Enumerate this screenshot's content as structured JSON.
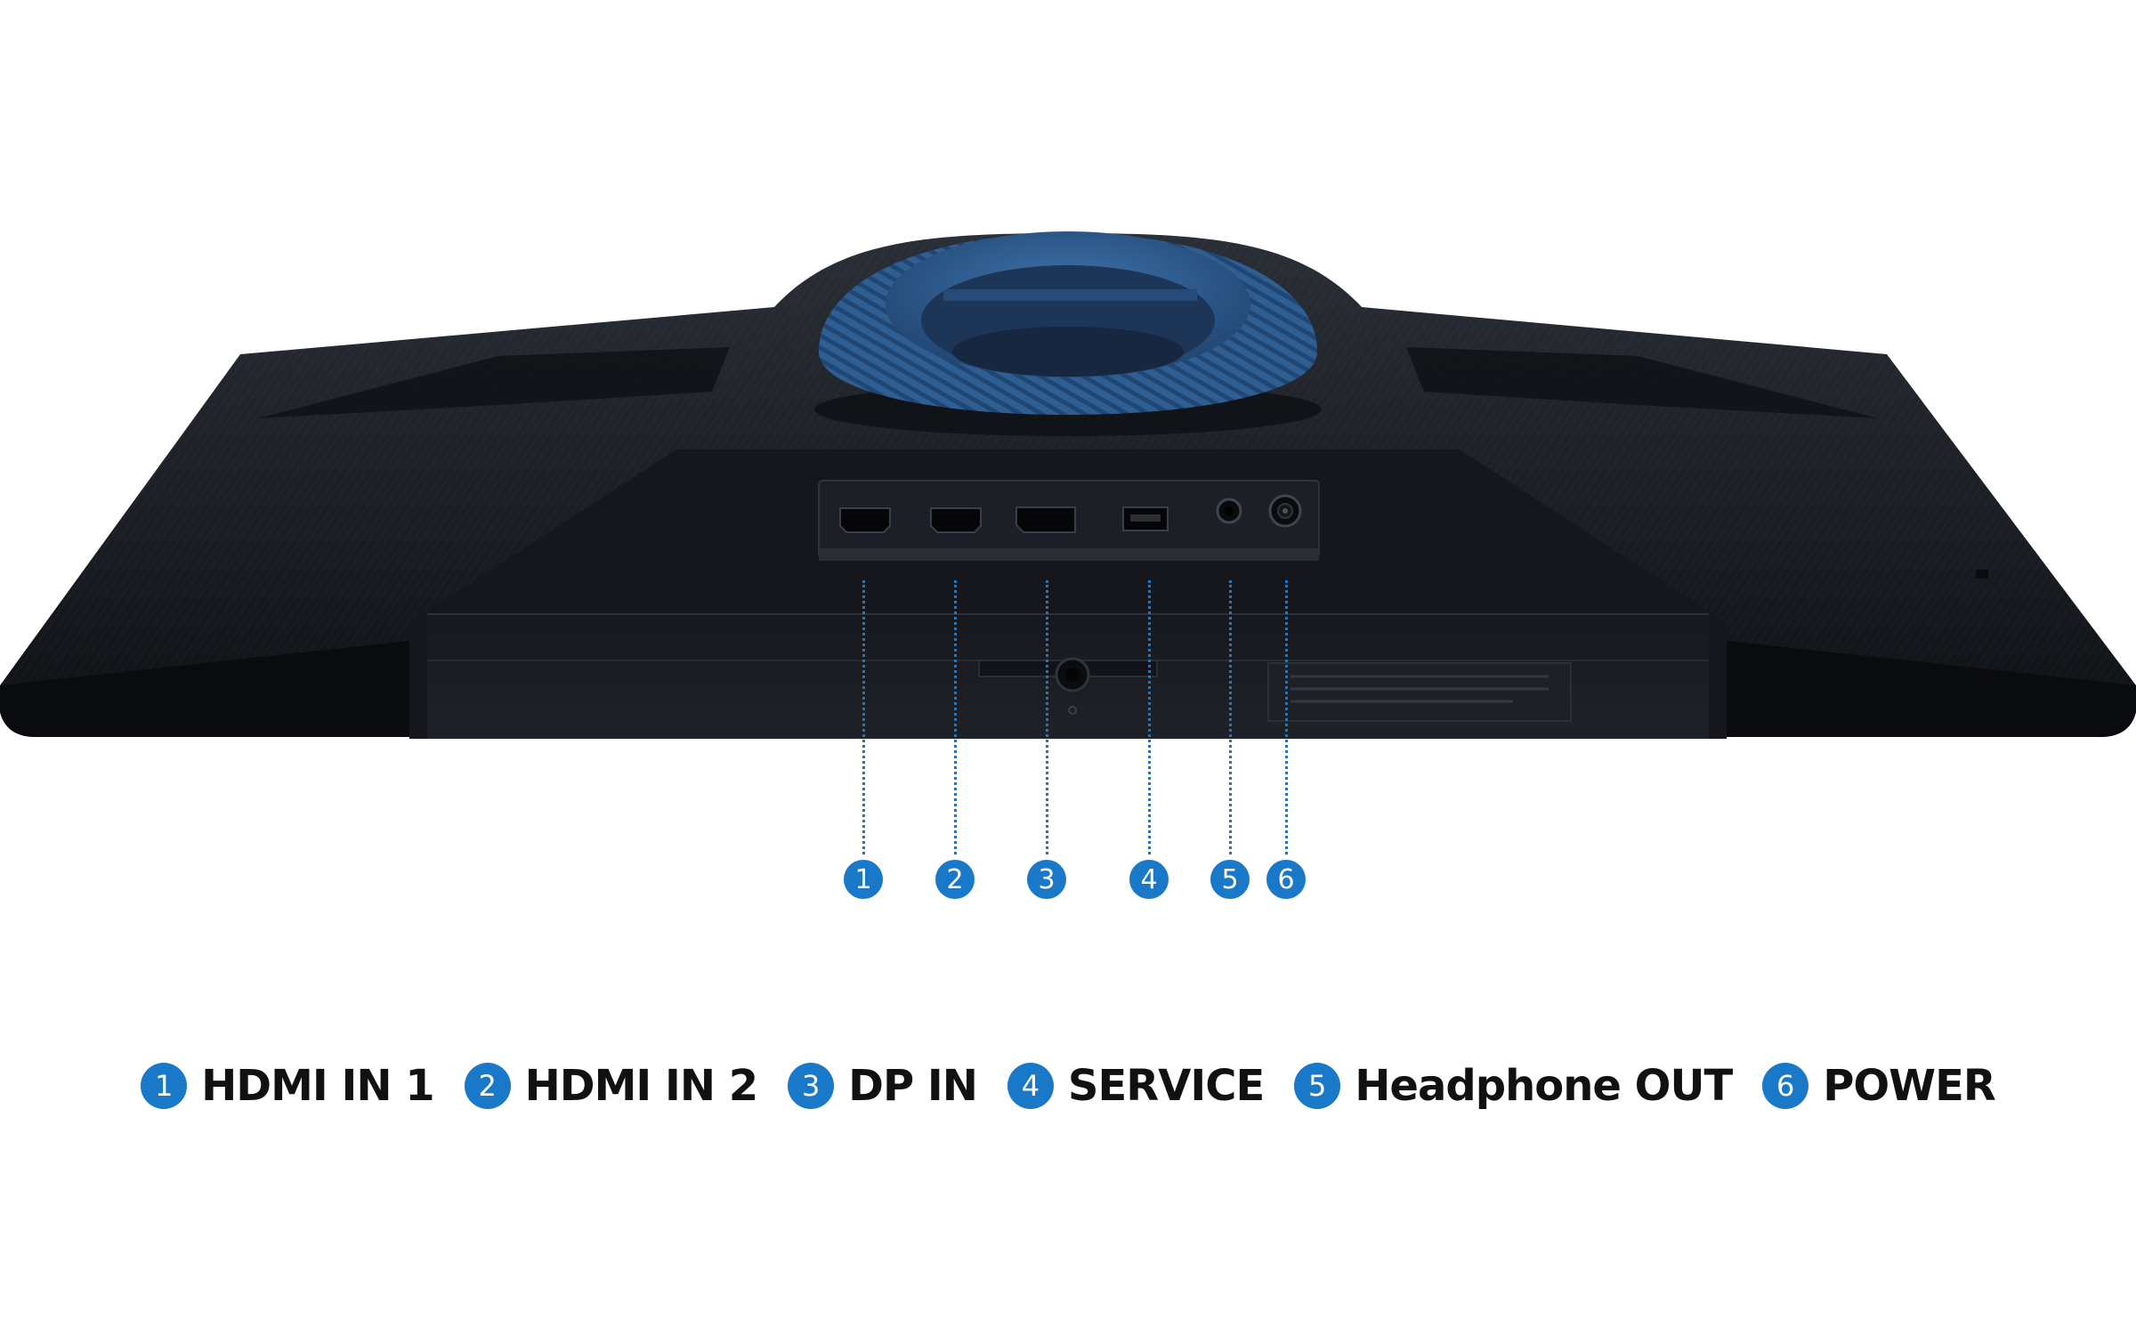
{
  "colors": {
    "accent": "#1a78c8",
    "body": "#1b1e24",
    "body_dark": "#0d0f13",
    "stand_blue": "#2f5f92",
    "port": "#0a0a0c"
  },
  "ports": [
    {
      "number": "1",
      "label": "HDMI IN 1",
      "icon": "hdmi-port-icon"
    },
    {
      "number": "2",
      "label": "HDMI IN 2",
      "icon": "hdmi-port-icon"
    },
    {
      "number": "3",
      "label": "DP IN",
      "icon": "displayport-icon"
    },
    {
      "number": "4",
      "label": "SERVICE",
      "icon": "usb-port-icon"
    },
    {
      "number": "5",
      "label": "Headphone OUT",
      "icon": "headphone-jack-icon"
    },
    {
      "number": "6",
      "label": "POWER",
      "icon": "power-jack-icon"
    }
  ]
}
